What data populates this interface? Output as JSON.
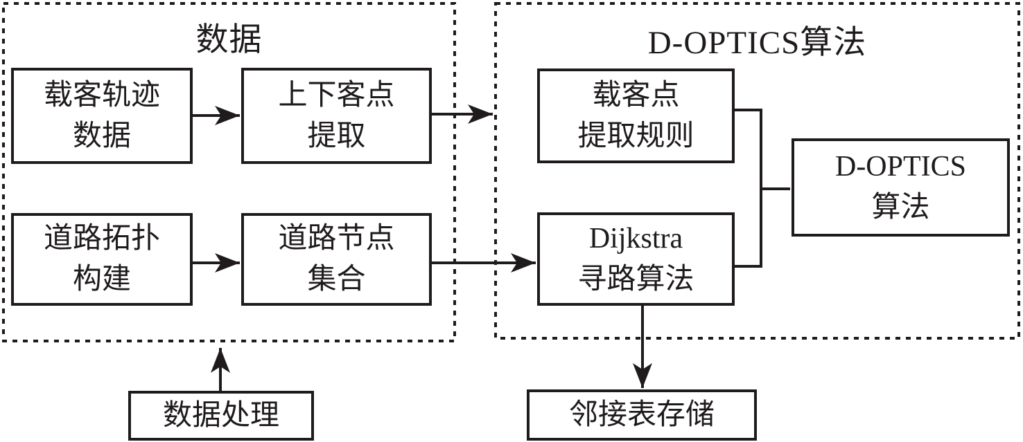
{
  "colors": {
    "ink": "#1f1b1d",
    "background": "#ffffff"
  },
  "diagram": {
    "groups": {
      "data": {
        "title": "数据"
      },
      "doptics": {
        "title": "D-OPTICS算法"
      }
    },
    "nodes": {
      "trajectory_data": {
        "label": "载客轨迹\n数据"
      },
      "pickup_dropoff_extraction": {
        "label": "上下客点\n提取"
      },
      "road_topology": {
        "label": "道路拓扑\n构建"
      },
      "road_node_set": {
        "label": "道路节点\n集合"
      },
      "pickup_rules": {
        "label": "载客点\n提取规则"
      },
      "dijkstra": {
        "label": "Dijkstra\n寻路算法"
      },
      "doptics_algorithm": {
        "label": "D-OPTICS\n算法"
      },
      "data_processing": {
        "label": "数据处理"
      },
      "adjacency_list_storage": {
        "label": "邻接表存储"
      }
    }
  }
}
